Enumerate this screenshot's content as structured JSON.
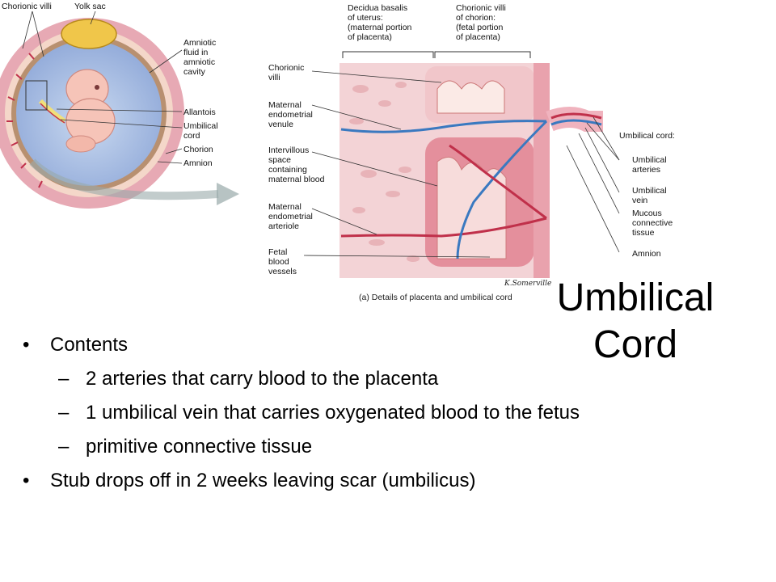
{
  "slide": {
    "title": "Umbilical\nCord",
    "bullets": [
      {
        "level": 1,
        "text": "Contents"
      },
      {
        "level": 2,
        "text": "2 arteries that carry blood to the placenta"
      },
      {
        "level": 2,
        "text": "1 umbilical vein that carries oxygenated blood to the fetus"
      },
      {
        "level": 2,
        "text": "primitive connective tissue"
      },
      {
        "level": 1,
        "text": "Stub drops off in 2 weeks leaving scar (umbilicus)"
      }
    ]
  },
  "figure_left": {
    "labels": {
      "chorionic_villi": "Chorionic villi",
      "yolk_sac": "Yolk sac",
      "amniotic_fluid": "Amniotic\nfluid in\namniotic\ncavity",
      "allantois": "Allantois",
      "umbilical_cord": "Umbilical\ncord",
      "chorion": "Chorion",
      "amnion": "Amnion"
    }
  },
  "figure_right": {
    "labels": {
      "decidua_basalis": "Decidua basalis\nof uterus:\n(maternal portion\nof placenta)",
      "chorionic_villi_chorion": "Chorionic villi\nof chorion:\n(fetal portion\nof placenta)",
      "chorionic_villi": "Chorionic\nvilli",
      "maternal_venule": "Maternal\nendometrial\nvenule",
      "intervillous_space": "Intervillous\nspace\ncontaining\nmaternal blood",
      "maternal_arteriole": "Maternal\nendometrial\narteriole",
      "fetal_vessels": "Fetal\nblood\nvessels",
      "umbilical_cord": "Umbilical cord:",
      "umbilical_arteries": "Umbilical\narteries",
      "umbilical_vein": "Umbilical\nvein",
      "mucous_tissue": "Mucous\nconnective\ntissue",
      "amnion": "Amnion",
      "caption": "(a) Details of placenta and umbilical cord",
      "signature": "K.Somerville"
    }
  }
}
